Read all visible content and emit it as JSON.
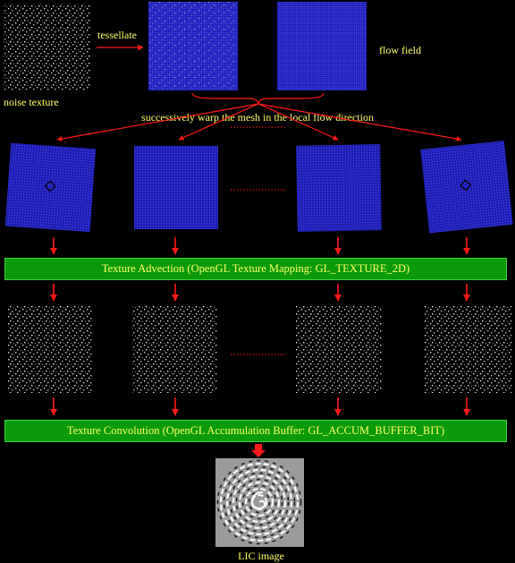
{
  "labels": {
    "noise_texture": "noise texture",
    "tessellate": "tessellate",
    "flow_field": "flow field",
    "warp_caption": "successively warp the mesh in the local flow direction",
    "lic_image": "LIC image"
  },
  "stages": {
    "advection": "Texture Advection (OpenGL Texture Mapping: GL_TEXTURE_2D)",
    "convolution": "Texture Convolution (OpenGL Accumulation Buffer: GL_ACCUM_BUFFER_BIT)"
  },
  "colors": {
    "background": "#000000",
    "label_text": "#ffff66",
    "stage_bar": "#0a9a0a",
    "arrow": "#ff1a1a",
    "mesh_fill": "#1a1aa8",
    "mesh_line": "#3c3cff"
  }
}
